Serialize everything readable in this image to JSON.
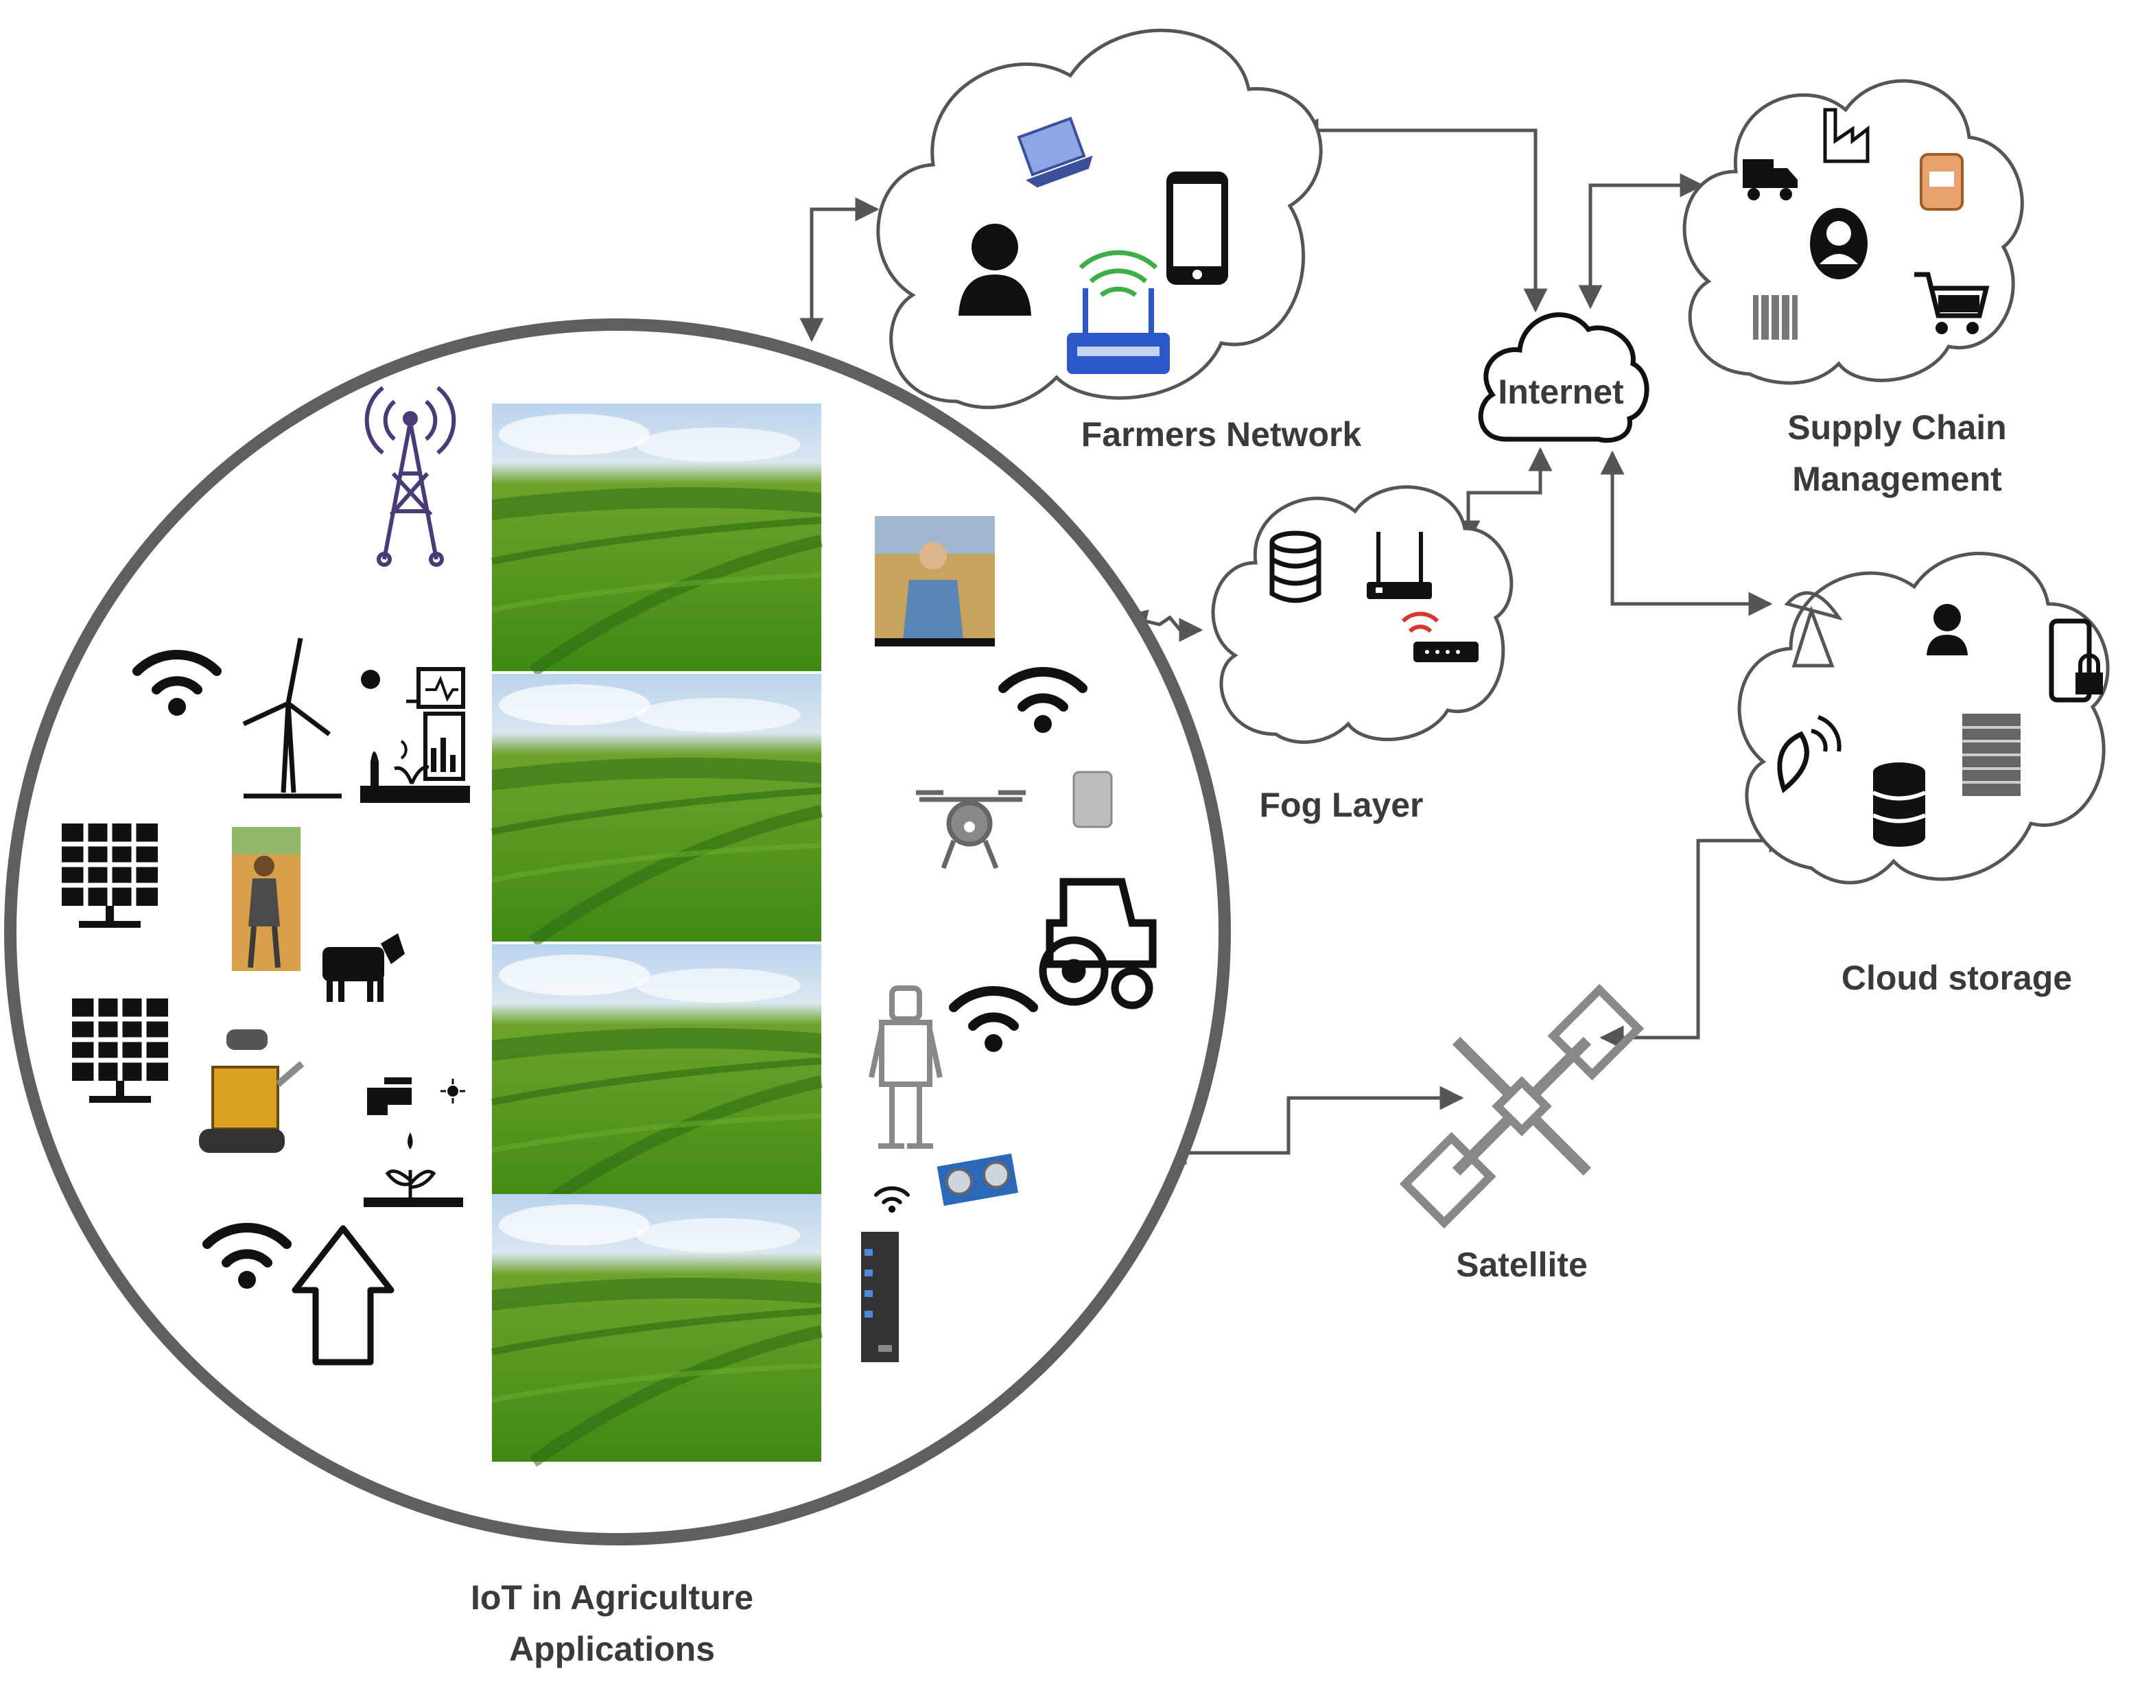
{
  "labels": {
    "farmers_network": "Farmers Network",
    "supply_chain_line1": "Supply Chain",
    "supply_chain_line2": "Management",
    "internet": "Internet",
    "fog_layer": "Fog Layer",
    "cloud_storage": "Cloud storage",
    "satellite": "Satellite",
    "iot_line1": "IoT in Agriculture",
    "iot_line2": "Applications"
  },
  "nodes": [
    {
      "id": "iot",
      "label": "IoT in Agriculture Applications"
    },
    {
      "id": "farmers",
      "label": "Farmers Network"
    },
    {
      "id": "internet",
      "label": "Internet"
    },
    {
      "id": "supply",
      "label": "Supply Chain Management"
    },
    {
      "id": "fog",
      "label": "Fog Layer"
    },
    {
      "id": "cloud",
      "label": "Cloud storage"
    },
    {
      "id": "satellite",
      "label": "Satellite"
    }
  ],
  "edges": [
    {
      "from": "iot",
      "to": "farmers",
      "style": "bidirectional"
    },
    {
      "from": "farmers",
      "to": "internet",
      "style": "bidirectional"
    },
    {
      "from": "internet",
      "to": "supply",
      "style": "bidirectional"
    },
    {
      "from": "internet",
      "to": "fog",
      "style": "bidirectional"
    },
    {
      "from": "internet",
      "to": "cloud",
      "style": "bidirectional"
    },
    {
      "from": "iot",
      "to": "fog",
      "style": "wireless"
    },
    {
      "from": "iot",
      "to": "satellite",
      "style": "bidirectional"
    },
    {
      "from": "satellite",
      "to": "cloud",
      "style": "bidirectional"
    }
  ],
  "icons": {
    "farmers_network": [
      "laptop-icon",
      "user-icon",
      "smartphone-icon",
      "wifi-router-icon"
    ],
    "supply_chain": [
      "truck-icon",
      "factory-icon",
      "person-pin-icon",
      "warehouse-icon",
      "container-icon",
      "shopping-cart-icon"
    ],
    "fog_layer": [
      "database-icon",
      "router-icon",
      "wifi-router-icon"
    ],
    "cloud_storage": [
      "satellite-dish-icon",
      "user-icon",
      "phone-lock-icon",
      "signal-icon",
      "database-icon",
      "server-rack-icon"
    ],
    "iot_applications": [
      "radio-tower-icon",
      "wifi-icon",
      "wind-turbine-icon",
      "weather-station-icon",
      "solar-panel-icon",
      "farmer-photo",
      "cow-icon",
      "robot-photo",
      "irrigation-icon",
      "home-icon",
      "field-photo",
      "drone-icon",
      "tractor-icon",
      "exoskeleton-icon",
      "ultrasonic-sensor-icon",
      "gateway-device-icon"
    ]
  },
  "colors": {
    "line": "#555555",
    "cloud_stroke": "#555555",
    "field_sky": "#a9c7e6",
    "field_green": "#4f9a1c",
    "router_blue": "#2b57c7",
    "wifi_red": "#d9352a",
    "wifi_green": "#3fae48"
  }
}
